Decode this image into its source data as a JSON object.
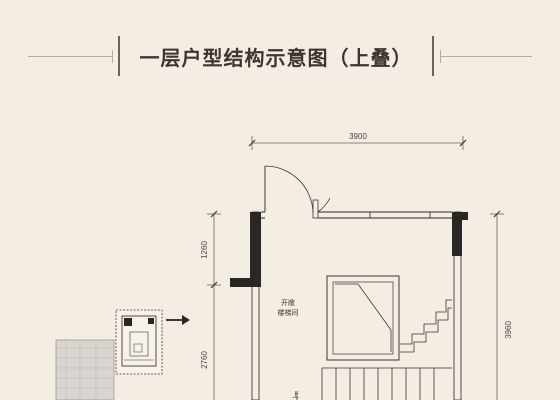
{
  "title": "一层户型结构示意图（上叠）",
  "dimensions": {
    "top_width": "3900",
    "left_upper": "1260",
    "left_lower": "2760",
    "right_height": "3960"
  },
  "rooms": {
    "stairwell_line1": "开敞",
    "stairwell_line2": "楼梯间"
  },
  "stair_label": "上",
  "colors": {
    "background": "#f4ede3",
    "wall": "#2a2623",
    "line": "#6e6358"
  }
}
